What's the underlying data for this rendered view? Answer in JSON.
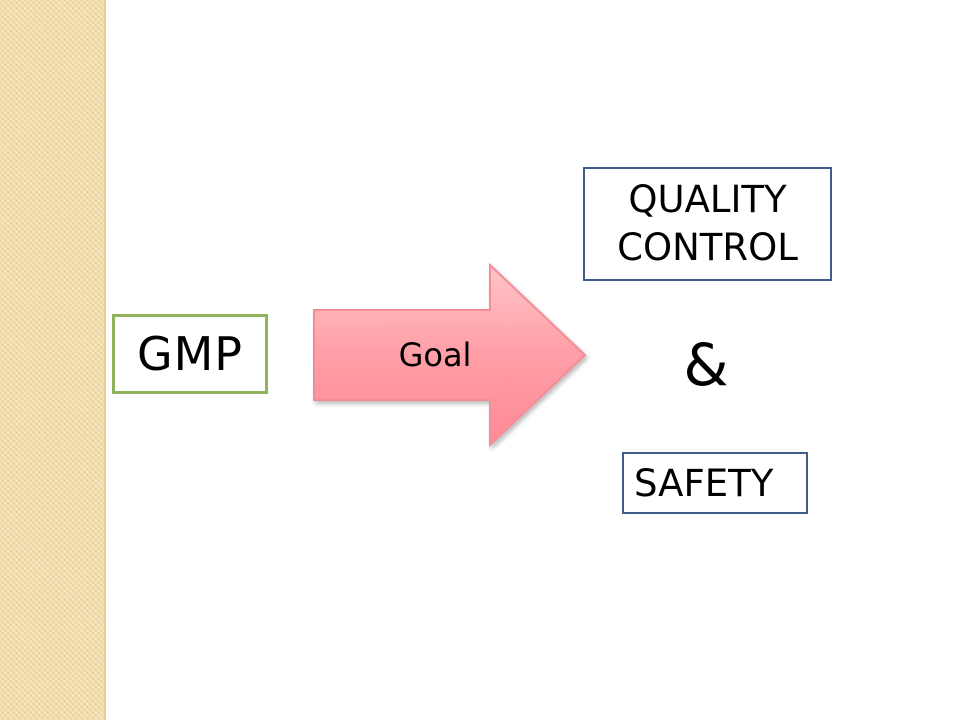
{
  "diagram": {
    "source_label": "GMP",
    "arrow_label": "Goal",
    "targets": [
      {
        "lines": [
          "QUALITY",
          "CONTROL"
        ]
      },
      {
        "lines": [
          "SAFETY"
        ]
      }
    ],
    "connector": "&"
  },
  "colors": {
    "side_band": "#f1dca6",
    "source_border": "#8fb35a",
    "target_border": "#3f5e8a",
    "arrow_fill": "#ff9aa2",
    "arrow_stroke": "#f28c96"
  },
  "icons": {
    "arrow": "right-block-arrow-icon"
  }
}
